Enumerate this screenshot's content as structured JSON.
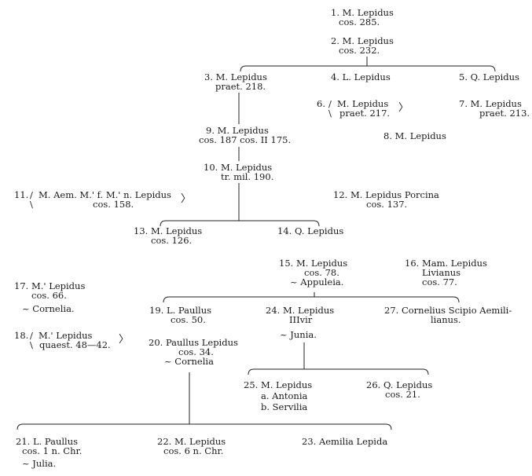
{
  "persons": {
    "p1": {
      "name": "1. M. Lepidus",
      "l2": "cos. 285."
    },
    "p2": {
      "name": "2. M. Lepidus",
      "l2": "cos. 232."
    },
    "p3": {
      "name": "3. M. Lepidus",
      "l2": "praet. 218."
    },
    "p4": {
      "name": "4. L. Lepidus"
    },
    "p5": {
      "name": "5. Q. Lepidus"
    },
    "p6": {
      "num": "6.",
      "name": "M. Lepidus",
      "l2": "praet. 217."
    },
    "p7": {
      "name": "7. M. Lepidus",
      "l2": "praet. 213."
    },
    "p8": {
      "name": "8. M. Lepidus"
    },
    "p9": {
      "name": "9. M. Lepidus",
      "l2": "cos. 187 cos. II 175."
    },
    "p10": {
      "name": "10. M. Lepidus",
      "l2": "tr. mil. 190."
    },
    "p11": {
      "num": "11.",
      "name": "M. Aem. M.' f. M.' n. Lepidus",
      "l2": "cos. 158."
    },
    "p12": {
      "name": "12. M. Lepidus Porcina",
      "l2": "cos. 137."
    },
    "p13": {
      "name": "13. M. Lepidus",
      "l2": "cos. 126."
    },
    "p14": {
      "name": "14. Q. Lepidus"
    },
    "p15": {
      "name": "15. M. Lepidus",
      "l2": "cos. 78.",
      "l3": "~ Appuleia."
    },
    "p16": {
      "name": "16. Mam. Lepidus",
      "l2": "Livianus",
      "l3": "cos. 77."
    },
    "p17": {
      "name": "17. M.' Lepidus",
      "l2": "cos. 66.",
      "l3": "~ Cornelia."
    },
    "p18": {
      "num": "18.",
      "name": "M.' Lepidus",
      "l2": "quaest. 48—42."
    },
    "p19": {
      "name": "19. L. Paullus",
      "l2": "cos. 50."
    },
    "p20": {
      "name": "20. Paullus Lepidus",
      "l2": "cos. 34.",
      "l3": "~ Cornelia"
    },
    "p21": {
      "name": "21. L. Paullus",
      "l2": "cos. 1 n. Chr.",
      "l3": "~ Julia."
    },
    "p22": {
      "name": "22. M. Lepidus",
      "l2": "cos. 6 n. Chr."
    },
    "p23": {
      "name": "23. Aemilia Lepida"
    },
    "p24": {
      "name": "24. M. Lepidus",
      "l2": "IIIvir",
      "l3": "~ Junia."
    },
    "p25": {
      "name": "25. M. Lepidus",
      "l2": "a.  Antonia",
      "l3": "b.  Servilia"
    },
    "p26": {
      "name": "26. Q. Lepidus",
      "l2": "cos. 21."
    },
    "p27": {
      "name": "27. Cornelius Scipio Aemili-",
      "l2": "lianus."
    }
  }
}
